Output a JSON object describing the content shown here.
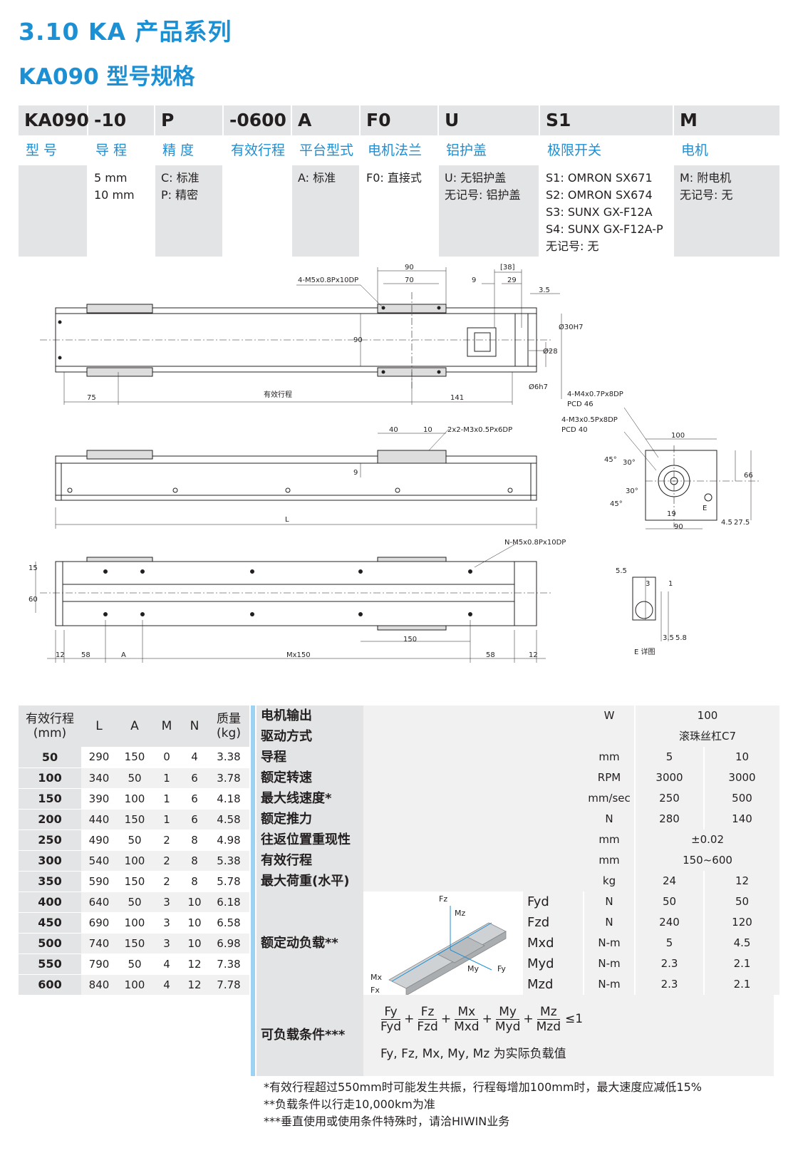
{
  "header": {
    "title": "3.10  KA 产品系列",
    "subtitle": "KA090 型号规格"
  },
  "model_code": [
    {
      "code": "KA090",
      "label": "型 号",
      "values": ""
    },
    {
      "code": "-10",
      "label": "导 程",
      "values": "5 mm\n10 mm"
    },
    {
      "code": "P",
      "label": "精 度",
      "values": "C: 标准\nP: 精密"
    },
    {
      "code": "-0600",
      "label": "有效行程",
      "values": ""
    },
    {
      "code": "A",
      "label": "平台型式",
      "values": "A: 标准"
    },
    {
      "code": "F0",
      "label": "电机法兰",
      "values": "F0: 直接式"
    },
    {
      "code": "U",
      "label": "铝护盖",
      "values": "U: 无铝护盖\n无记号: 铝护盖"
    },
    {
      "code": "S1",
      "label": "极限开关",
      "values": "S1: OMRON SX671\nS2: OMRON SX674\nS3: SUNX GX-F12A\nS4: SUNX GX-F12A-P\n无记号: 无"
    },
    {
      "code": "M",
      "label": "电机",
      "values": "M: 附电机\n无记号: 无"
    }
  ],
  "drawing_labels": {
    "d90": "90",
    "d70": "70",
    "d38": "[38]",
    "d29": "29",
    "d9": "9",
    "d3_5": "3.5",
    "tap1": "4-M5x0.8Px10DP",
    "d90v": "90",
    "d30h7": "Ø30H7",
    "d28": "Ø28",
    "d6h7": "Ø6h7",
    "d75": "75",
    "stroke": "有效行程",
    "d141": "141",
    "d40": "40",
    "d10": "10",
    "tap2": "2x2-M3x0.5Px6DP",
    "d9b": "9",
    "L": "L",
    "tap3": "4-M4x0.7Px8DP",
    "pcd46": "PCD 46",
    "tap4": "4-M3x0.5Px8DP",
    "pcd40": "PCD 40",
    "d100": "100",
    "a45a": "45°",
    "a30a": "30°",
    "a30b": "30°",
    "a45b": "45°",
    "d66": "66",
    "d19": "19",
    "d90c": "90",
    "d4_5": "4.5",
    "d27_5": "27.5",
    "E": "E",
    "tap5": "N-M5x0.8Px10DP",
    "d15": "15",
    "d60": "60",
    "d150": "150",
    "d12a": "12",
    "d58a": "58",
    "A": "A",
    "M150": "Mx150",
    "d58b": "58",
    "d12b": "12",
    "d5_5": "5.5",
    "d3": "3",
    "d1": "1",
    "d3_5b": "3.5",
    "d5_8": "5.8",
    "detail": "E 详图"
  },
  "stroke_table": {
    "headers": [
      "有效行程\n(mm)",
      "L",
      "A",
      "M",
      "N",
      "质量\n(kg)"
    ],
    "rows": [
      [
        "50",
        "290",
        "150",
        "0",
        "4",
        "3.38"
      ],
      [
        "100",
        "340",
        "50",
        "1",
        "6",
        "3.78"
      ],
      [
        "150",
        "390",
        "100",
        "1",
        "6",
        "4.18"
      ],
      [
        "200",
        "440",
        "150",
        "1",
        "6",
        "4.58"
      ],
      [
        "250",
        "490",
        "50",
        "2",
        "8",
        "4.98"
      ],
      [
        "300",
        "540",
        "100",
        "2",
        "8",
        "5.38"
      ],
      [
        "350",
        "590",
        "150",
        "2",
        "8",
        "5.78"
      ],
      [
        "400",
        "640",
        "50",
        "3",
        "10",
        "6.18"
      ],
      [
        "450",
        "690",
        "100",
        "3",
        "10",
        "6.58"
      ],
      [
        "500",
        "740",
        "150",
        "3",
        "10",
        "6.98"
      ],
      [
        "550",
        "790",
        "50",
        "4",
        "12",
        "7.38"
      ],
      [
        "600",
        "840",
        "100",
        "4",
        "12",
        "7.78"
      ]
    ]
  },
  "spec": {
    "motor_output": {
      "label": "电机输出",
      "unit": "W",
      "value": "100"
    },
    "drive": {
      "label": "驱动方式",
      "value": "滚珠丝杠C7"
    },
    "lead": {
      "label": "导程",
      "unit": "mm",
      "v1": "5",
      "v2": "10"
    },
    "speed": {
      "label": "额定转速",
      "unit": "RPM",
      "v1": "3000",
      "v2": "3000"
    },
    "max_speed": {
      "label": "最大线速度*",
      "unit": "mm/sec",
      "v1": "250",
      "v2": "500"
    },
    "thrust": {
      "label": "额定推力",
      "unit": "N",
      "v1": "280",
      "v2": "140"
    },
    "repeat": {
      "label": "往返位置重现性",
      "unit": "mm",
      "value": "±0.02"
    },
    "stroke": {
      "label": "有效行程",
      "unit": "mm",
      "value": "150~600"
    },
    "max_load": {
      "label": "最大荷重(水平)",
      "unit": "kg",
      "v1": "24",
      "v2": "12"
    },
    "dyn_label": "额定动负载**",
    "dyn": [
      {
        "name": "Fyd",
        "unit": "N",
        "v1": "50",
        "v2": "50"
      },
      {
        "name": "Fzd",
        "unit": "N",
        "v1": "240",
        "v2": "120"
      },
      {
        "name": "Mxd",
        "unit": "N-m",
        "v1": "5",
        "v2": "4.5"
      },
      {
        "name": "Myd",
        "unit": "N-m",
        "v1": "2.3",
        "v2": "2.1"
      },
      {
        "name": "Mzd",
        "unit": "N-m",
        "v1": "2.3",
        "v2": "2.1"
      }
    ],
    "axis_labels": {
      "fz": "Fz",
      "mz": "Mz",
      "my": "My",
      "fy": "Fy",
      "mx": "Mx",
      "fx": "Fx"
    },
    "cond_label": "可负载条件***",
    "formula": {
      "n": [
        "Fy",
        "Fz",
        "Mx",
        "My",
        "Mz"
      ],
      "d": [
        "Fyd",
        "Fzd",
        "Mxd",
        "Myd",
        "Mzd"
      ],
      "le": "≤1",
      "note": "Fy, Fz, Mx, My, Mz 为实际负载值"
    }
  },
  "notes": [
    "*有效行程超过550mm时可能发生共振，行程每增加100mm时，最大速度应减低15%",
    "**负载条件以行走10,000km为准",
    "***垂直使用或使用条件特殊时，请洽HIWIN业务"
  ]
}
